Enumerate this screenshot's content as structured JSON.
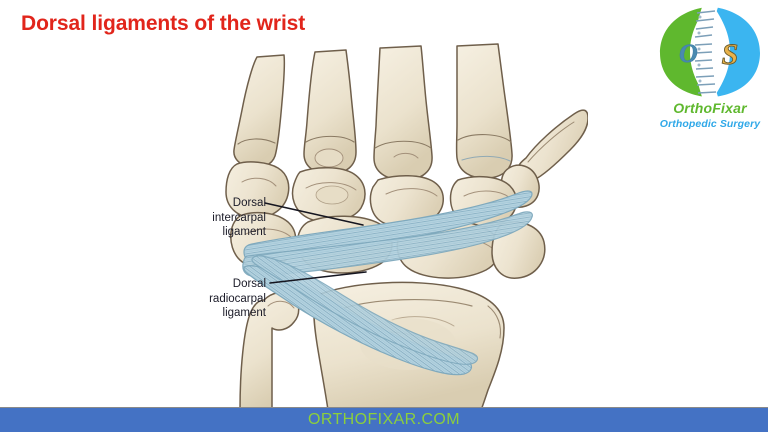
{
  "slide": {
    "title": "Dorsal ligaments of the wrist",
    "title_color": "#e1251b",
    "background_color": "#ffffff"
  },
  "logo": {
    "name": "orthofixar-logo",
    "wordmark": "OrthoFixar",
    "subwordmark": "Orthopedic Surgery",
    "leaf_left_color": "#5fb82e",
    "leaf_right_color": "#3bb5f0",
    "spine_color": "#ffffff",
    "letter_left": "O",
    "letter_right": "S",
    "wordmark_color": "#5fb82e",
    "subwordmark_color": "#2fa8e8"
  },
  "figure": {
    "name": "wrist-dorsal-ligaments-illustration",
    "alt": "Dorsal view of the wrist skeleton showing the dorsal intercarpal ligament and dorsal radiocarpal ligament",
    "bone_fill": "#efe7d4",
    "bone_fill_shadow": "#ddd2b8",
    "bone_outline": "#6f5f4b",
    "ligament_fill": "#b9d6e2",
    "ligament_stripe": "#7fa9bd",
    "ligament_outline": "#7fa9bd",
    "bones": [
      "2nd metacarpal",
      "3rd metacarpal",
      "4th metacarpal",
      "5th metacarpal",
      "1st metacarpal (thumb)",
      "trapezium",
      "trapezoid",
      "capitate",
      "hamate",
      "scaphoid",
      "lunate",
      "triquetrum",
      "radius",
      "ulna"
    ]
  },
  "callouts": [
    {
      "name": "callout-dorsal-intercarpal-ligament",
      "lines": [
        "Dorsal",
        "intercarpal",
        "ligament"
      ],
      "text": "Dorsal intercarpal ligament",
      "leader_color": "#15151f"
    },
    {
      "name": "callout-dorsal-radiocarpal-ligament",
      "lines": [
        "Dorsal",
        "radiocarpal",
        "ligament"
      ],
      "text": "Dorsal radiocarpal ligament",
      "leader_color": "#15151f"
    }
  ],
  "footer": {
    "text": "ORTHOFIXAR.COM",
    "background_color": "#4472c4",
    "text_color": "#8ccf3c"
  }
}
